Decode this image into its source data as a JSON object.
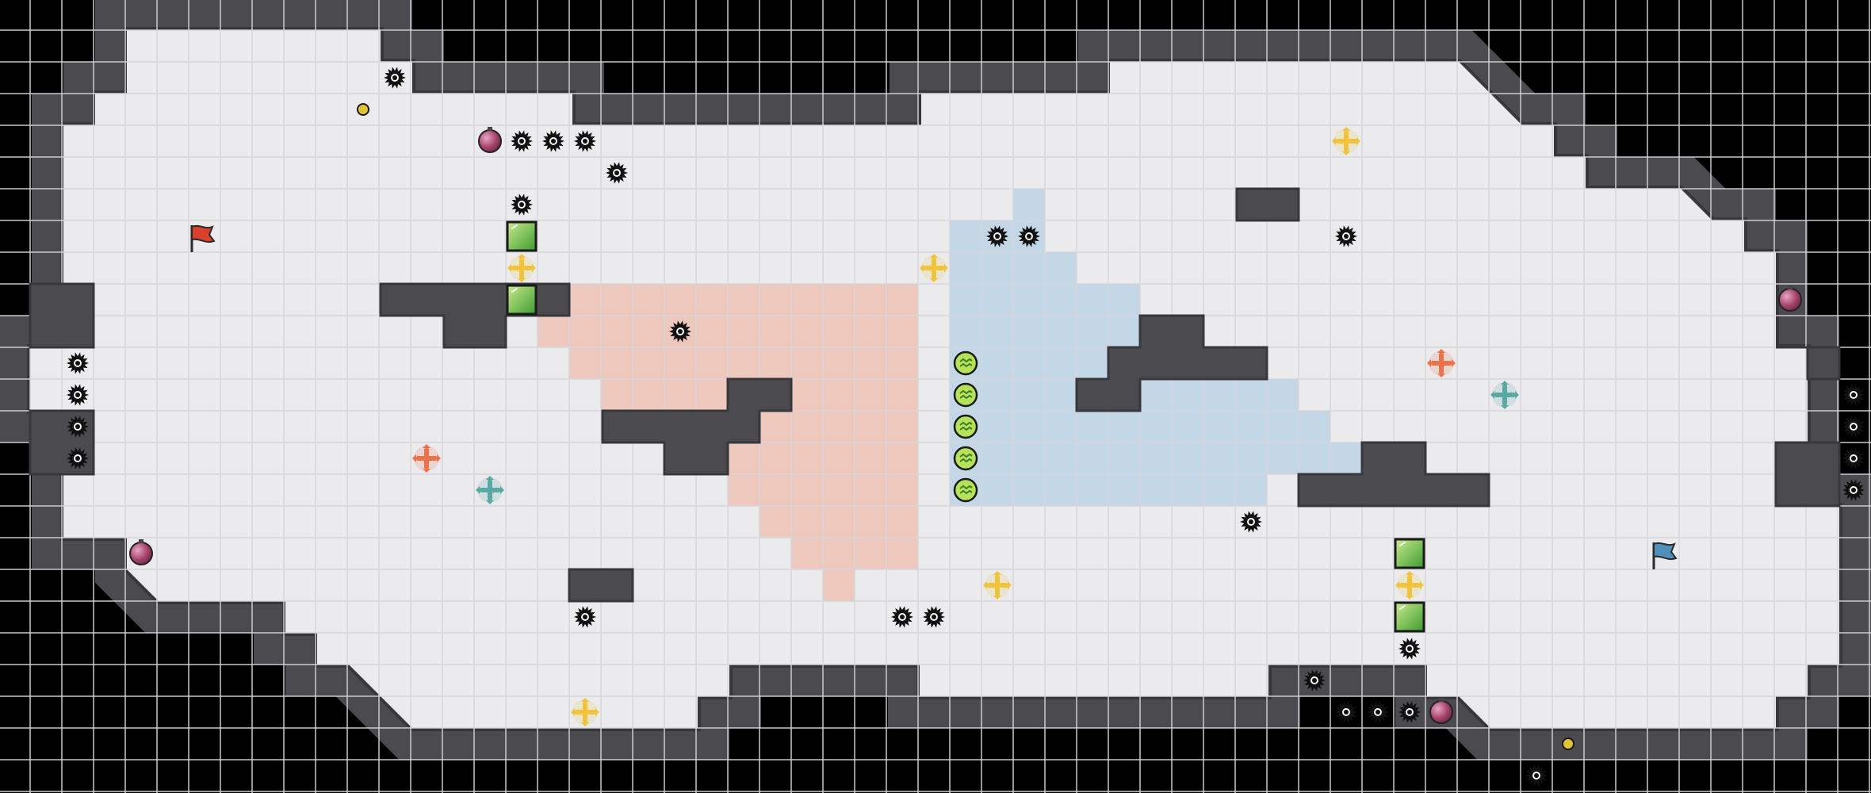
{
  "map": {
    "colors": {
      "background": "#000000",
      "wall": "#4a4a4f",
      "wall_inner": "#38383c",
      "floor": "#ebebee",
      "grid": "#d6d6da",
      "red_zone": "#ecc8bd",
      "blue_zone": "#c3d7e6",
      "red_team": "#d9412c",
      "blue_team": "#4f8fb8",
      "yellow_powerup": "#f0c43a",
      "orange_powerup": "#ec7349",
      "teal_powerup": "#5aa8a4",
      "mine_dark": "#111111",
      "bomb": "#a8456e",
      "gate_green": "#8fd34a",
      "boost_green": "#b6e15a",
      "token": "#e2c23b"
    },
    "flags": [
      {
        "team": "red",
        "label": "red-flag"
      },
      {
        "team": "blue",
        "label": "blue-flag"
      }
    ],
    "spikes": [
      {
        "col": 11,
        "row": 1
      },
      {
        "col": 15,
        "row": 3
      },
      {
        "col": 16,
        "row": 3
      },
      {
        "col": 17,
        "row": 3
      },
      {
        "col": 18,
        "row": 4
      },
      {
        "col": 15,
        "row": 5
      },
      {
        "col": 1,
        "row": 10
      },
      {
        "col": 1,
        "row": 11
      },
      {
        "col": 1,
        "row": 12
      },
      {
        "col": 1,
        "row": 13
      },
      {
        "col": 20,
        "row": 9
      },
      {
        "col": 30,
        "row": 6
      },
      {
        "col": 31,
        "row": 6
      },
      {
        "col": 41,
        "row": 6
      },
      {
        "col": 17,
        "row": 18
      },
      {
        "col": 27,
        "row": 18
      },
      {
        "col": 28,
        "row": 18
      },
      {
        "col": 38,
        "row": 15
      },
      {
        "col": 43,
        "row": 19
      },
      {
        "col": 40,
        "row": 20
      },
      {
        "col": 41,
        "row": 21
      },
      {
        "col": 42,
        "row": 21
      },
      {
        "col": 43,
        "row": 21
      },
      {
        "col": 47,
        "row": 23
      },
      {
        "col": 57,
        "row": 11
      },
      {
        "col": 57,
        "row": 12
      },
      {
        "col": 57,
        "row": 13
      },
      {
        "col": 57,
        "row": 14
      }
    ],
    "bombs": [
      {
        "col": 14,
        "row": 3
      },
      {
        "col": 3,
        "row": 16
      },
      {
        "col": 55,
        "row": 8
      },
      {
        "col": 44,
        "row": 21
      }
    ],
    "powerups": [
      {
        "type": "yellow",
        "col": 15,
        "row": 7
      },
      {
        "type": "yellow",
        "col": 28,
        "row": 7
      },
      {
        "type": "yellow",
        "col": 41,
        "row": 3
      },
      {
        "type": "yellow",
        "col": 30,
        "row": 17
      },
      {
        "type": "yellow",
        "col": 43,
        "row": 17
      },
      {
        "type": "yellow",
        "col": 17,
        "row": 21
      },
      {
        "type": "orange",
        "col": 12,
        "row": 13
      },
      {
        "type": "orange",
        "col": 44,
        "row": 10
      },
      {
        "type": "teal",
        "col": 14,
        "row": 14
      },
      {
        "type": "teal",
        "col": 46,
        "row": 11
      }
    ],
    "gates": [
      {
        "col": 15,
        "row": 6
      },
      {
        "col": 15,
        "row": 8
      },
      {
        "col": 43,
        "row": 16
      },
      {
        "col": 43,
        "row": 18
      }
    ],
    "boosts": [
      {
        "col": 29,
        "row": 10
      },
      {
        "col": 29,
        "row": 11
      },
      {
        "col": 29,
        "row": 12
      },
      {
        "col": 29,
        "row": 13
      },
      {
        "col": 29,
        "row": 14
      }
    ],
    "tokens": [
      {
        "col": 10,
        "row": 2
      },
      {
        "col": 48,
        "row": 22
      }
    ]
  }
}
